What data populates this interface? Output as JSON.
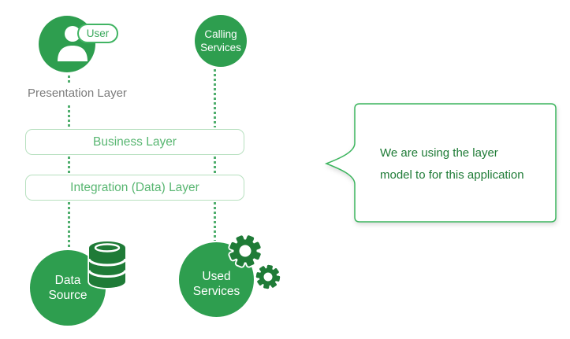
{
  "colors": {
    "node_green": "#2E9E4F",
    "icon_dark_green": "#1F7B37",
    "accent_green": "#41B463",
    "box_border_green": "#B7E0BF",
    "box_text_green": "#58B671",
    "dotted_line_green": "#4FAE6D",
    "muted_gray_text": "#7B7B7B",
    "callout_text_green": "#1E7B36",
    "background": "#FFFFFF"
  },
  "nodes": {
    "user": {
      "badge_label": "User",
      "icon": "user-icon"
    },
    "calling_services": {
      "line1": "Calling",
      "line2": "Services"
    },
    "data_source": {
      "line1": "Data",
      "line2": "Source",
      "icon": "database-icon"
    },
    "used_services": {
      "line1": "Used",
      "line2": "Services",
      "icon": "gears-icon"
    }
  },
  "layers": {
    "presentation_label": "Presentation Layer",
    "business_label": "Business Layer",
    "integration_label": "Integration (Data) Layer"
  },
  "callout": {
    "line1": "We are using the layer",
    "line2": "model to for this application"
  }
}
